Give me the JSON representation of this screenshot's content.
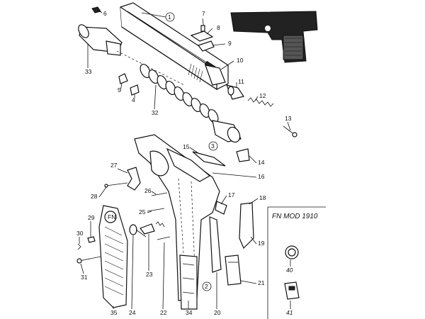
{
  "diagram": {
    "inset_title": "FN MOD 1910",
    "part_numbers": [
      "1",
      "2",
      "3",
      "4",
      "5",
      "6",
      "7",
      "8",
      "9",
      "10",
      "11",
      "12",
      "13",
      "14",
      "15",
      "16",
      "17",
      "18",
      "19",
      "20",
      "21",
      "22",
      "23",
      "24",
      "25",
      "26",
      "27",
      "28",
      "29",
      "30",
      "31",
      "32",
      "33",
      "34",
      "35",
      "40",
      "41"
    ]
  }
}
